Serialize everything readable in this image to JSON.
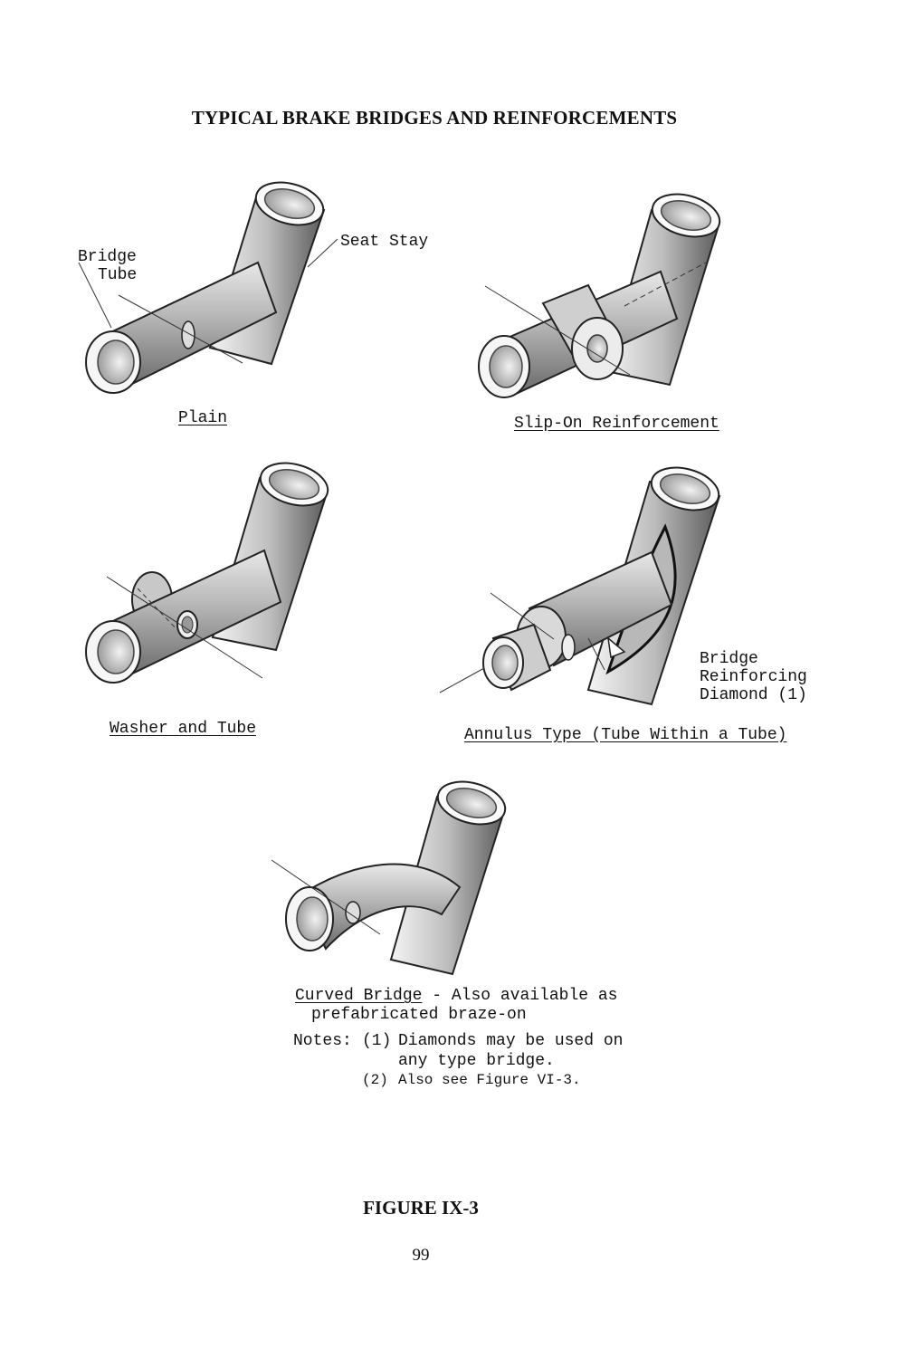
{
  "page_title": "TYPICAL BRAKE BRIDGES AND REINFORCEMENTS",
  "labels": {
    "bridge_tube": [
      "Bridge",
      "Tube"
    ],
    "seat_stay": "Seat Stay",
    "bridge_diamond": [
      "Bridge",
      "Reinforcing",
      "Diamond (1)"
    ]
  },
  "captions": {
    "plain": "Plain",
    "slip_on": "Slip-On Reinforcement",
    "washer": "Washer and Tube",
    "annulus": "Annulus Type (Tube Within a Tube)",
    "curved": "Curved Bridge",
    "curved_rest": " - Also available as",
    "curved_line2": "prefabricated braze-on"
  },
  "notes": {
    "heading": "Notes:",
    "n1_num": "(1)",
    "n1_text": "Diamonds may be used on",
    "n1_text2": "any type bridge.",
    "n2_num": "(2)",
    "n2_text": "Also see Figure VI-3."
  },
  "figure_label": "FIGURE IX-3",
  "page_number": "99"
}
